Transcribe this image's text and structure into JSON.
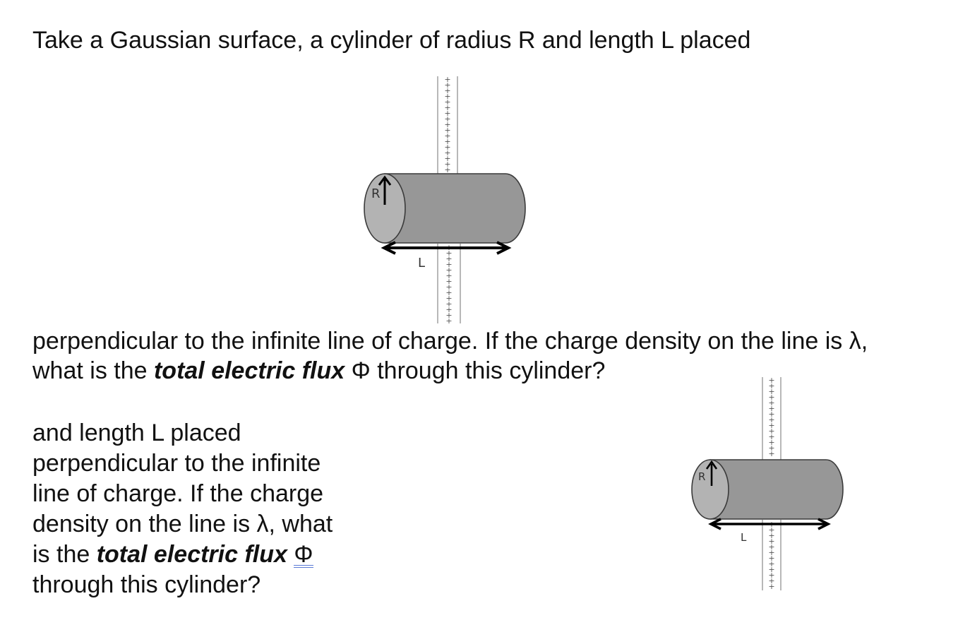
{
  "intro": "Take a Gaussian surface, a cylinder of radius R and length L placed",
  "para2": {
    "line1": "perpendicular to the infinite line of charge. If the charge density on the line is λ,",
    "line2_pre": "what is the ",
    "line2_em": "total electric flux",
    "line2_post": " Φ through this cylinder?"
  },
  "para3": {
    "line1": "and length L placed",
    "line2": "perpendicular to the infinite",
    "line3": "line of charge. If the charge",
    "line4": "density on the line is λ, what",
    "line5_pre": "is the ",
    "line5_em": "total electric flux",
    "line5_phi": "Φ",
    "line6": "through this cylinder?"
  },
  "figure": {
    "radius_label": "R",
    "length_label": "L",
    "charge_sign": "+",
    "colors": {
      "body": "#979797",
      "end_cap": "#b3b3b3",
      "outline": "#3a3a3a",
      "arrow": "#000000"
    }
  }
}
